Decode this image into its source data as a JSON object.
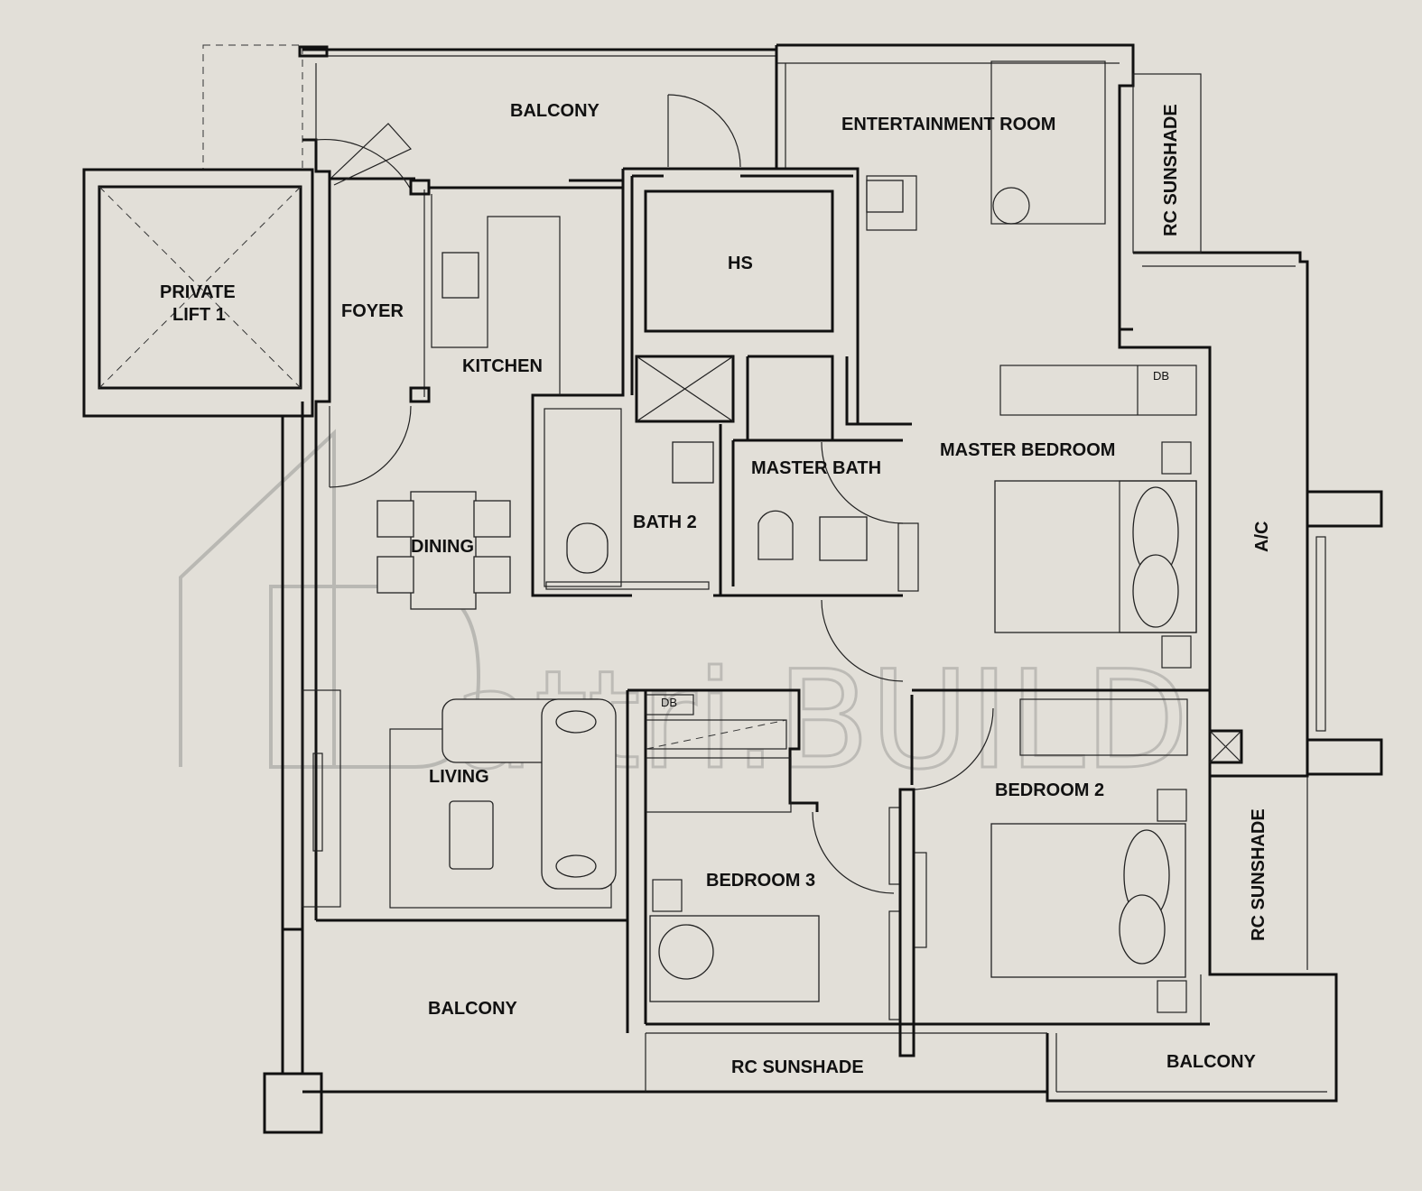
{
  "rooms": {
    "balcony_top": "BALCONY",
    "entertainment": "ENTERTAINMENT ROOM",
    "rc_sunshade_right_top": "RC SUNSHADE",
    "hs": "HS",
    "private_lift_line1": "PRIVATE",
    "private_lift_line2": "LIFT 1",
    "foyer": "FOYER",
    "kitchen": "KITCHEN",
    "db_master": "DB",
    "master_bath": "MASTER BATH",
    "master_bedroom": "MASTER BEDROOM",
    "bath2": "BATH 2",
    "dining": "DINING",
    "ac": "A/C",
    "db_bed3": "DB",
    "living": "LIVING",
    "bedroom2": "BEDROOM 2",
    "bedroom3": "BEDROOM 3",
    "rc_sunshade_right_bottom": "RC SUNSHADE",
    "balcony_left": "BALCONY",
    "rc_sunshade_bottom": "RC SUNSHADE",
    "balcony_right": "BALCONY"
  },
  "watermark": "attri.BUILD",
  "colors": {
    "background": "#e2dfd8",
    "wall": "#111111",
    "watermark": "#b9b8b3"
  }
}
